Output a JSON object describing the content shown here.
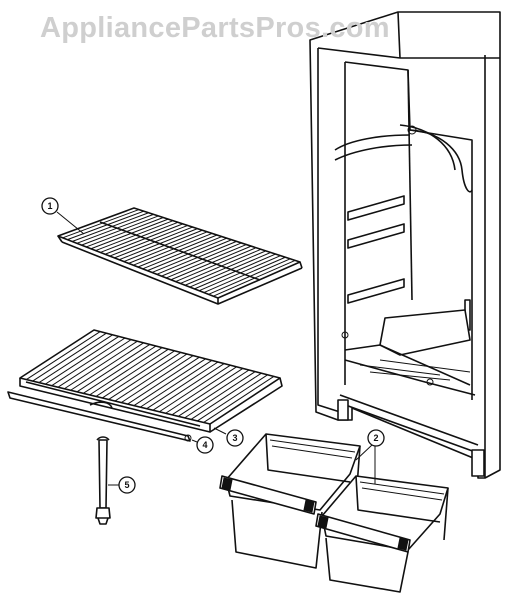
{
  "watermark": "AppliancePartsPros.com",
  "callouts": [
    {
      "id": "1"
    },
    {
      "id": "2"
    },
    {
      "id": "3"
    },
    {
      "id": "4"
    },
    {
      "id": "5"
    }
  ]
}
